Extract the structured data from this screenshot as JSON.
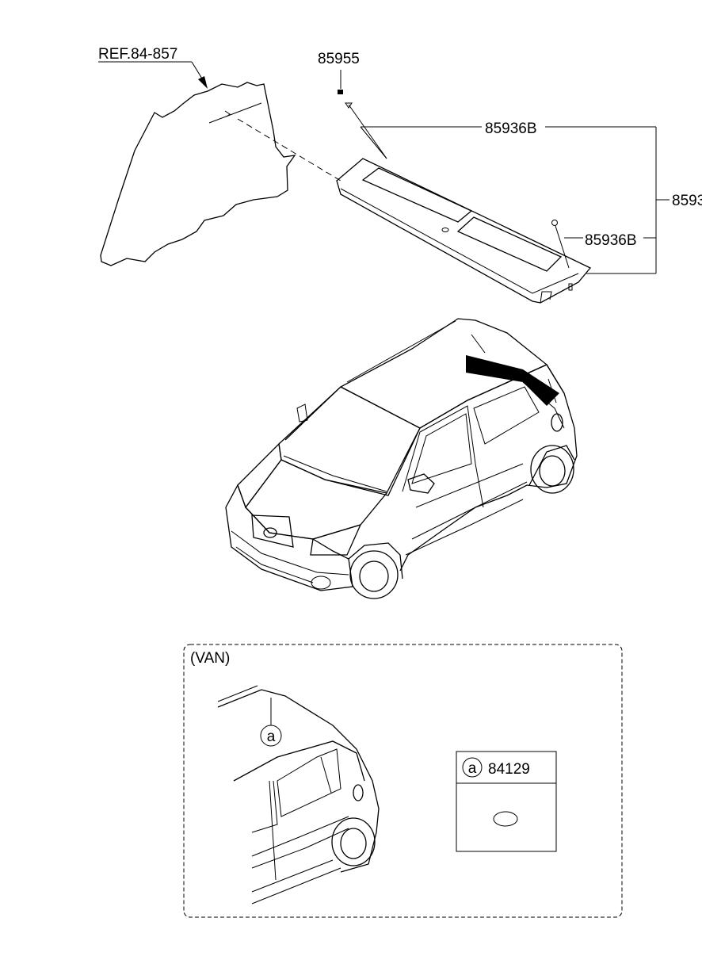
{
  "labels": {
    "ref": "REF.84-857",
    "bolt": "85955",
    "tray_part_upper": "85936B",
    "tray_part_lower": "85936B",
    "assembly_truncated": "8593"
  },
  "van_box": {
    "title": "(VAN)",
    "callout_letter": "a"
  },
  "legend": {
    "letter": "a",
    "part": "84129"
  }
}
